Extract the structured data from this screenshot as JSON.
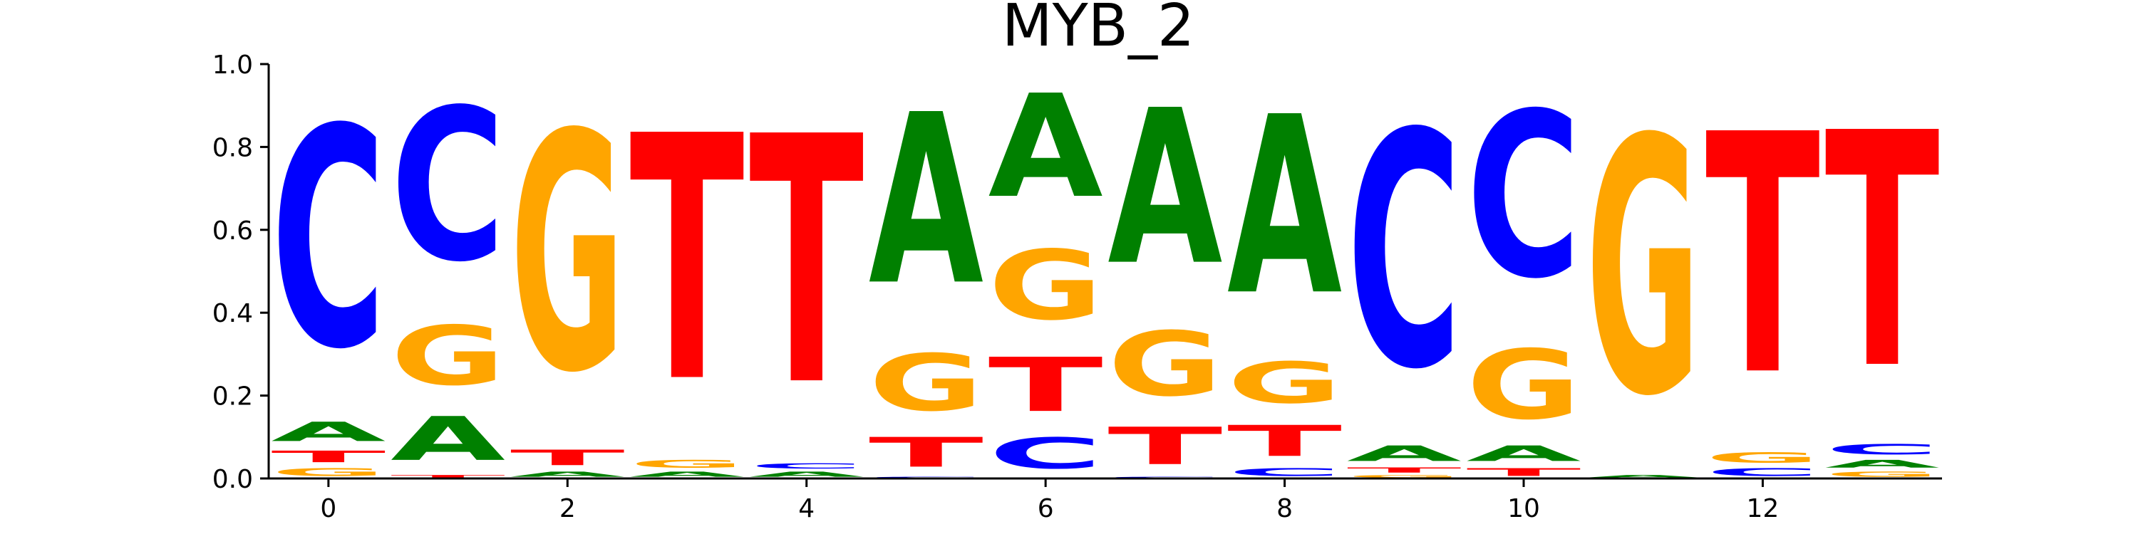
{
  "chart_data": {
    "type": "sequence-logo",
    "title": "MYB_2",
    "xlabel": "",
    "ylabel": "",
    "xlim": [
      -0.5,
      13.5
    ],
    "ylim": [
      0,
      1
    ],
    "x_ticks": [
      0,
      2,
      4,
      6,
      8,
      10,
      12
    ],
    "x_tick_labels": [
      "0",
      "2",
      "4",
      "6",
      "8",
      "10",
      "12"
    ],
    "y_ticks": [
      0.0,
      0.2,
      0.4,
      0.6,
      0.8,
      1.0
    ],
    "y_tick_labels": [
      "0.0",
      "0.2",
      "0.4",
      "0.6",
      "0.8",
      "1.0"
    ],
    "grid": false,
    "colors": {
      "A": "#008000",
      "C": "#0000ff",
      "G": "#ffa500",
      "T": "#ff0000"
    },
    "positions": [
      {
        "x": 0,
        "stack": [
          {
            "base": "G",
            "value": 0.03
          },
          {
            "base": "T",
            "value": 0.045
          },
          {
            "base": "A",
            "value": 0.075
          },
          {
            "base": "C",
            "value": 0.85
          }
        ]
      },
      {
        "x": 1,
        "stack": [
          {
            "base": "T",
            "value": 0.01
          },
          {
            "base": "A",
            "value": 0.17
          },
          {
            "base": "G",
            "value": 0.23
          },
          {
            "base": "C",
            "value": 0.59
          }
        ]
      },
      {
        "x": 2,
        "stack": [
          {
            "base": "A",
            "value": 0.02
          },
          {
            "base": "T",
            "value": 0.06
          },
          {
            "base": "G",
            "value": 0.92
          }
        ]
      },
      {
        "x": 3,
        "stack": [
          {
            "base": "A",
            "value": 0.02
          },
          {
            "base": "G",
            "value": 0.03
          },
          {
            "base": "T",
            "value": 0.95
          }
        ]
      },
      {
        "x": 4,
        "stack": [
          {
            "base": "A",
            "value": 0.02
          },
          {
            "base": "C",
            "value": 0.02
          },
          {
            "base": "T",
            "value": 0.96
          }
        ]
      },
      {
        "x": 5,
        "stack": [
          {
            "base": "C",
            "value": 0.005
          },
          {
            "base": "T",
            "value": 0.115
          },
          {
            "base": "G",
            "value": 0.22
          },
          {
            "base": "A",
            "value": 0.66
          }
        ]
      },
      {
        "x": 6,
        "stack": [
          {
            "base": "C",
            "value": 0.12
          },
          {
            "base": "T",
            "value": 0.21
          },
          {
            "base": "G",
            "value": 0.27
          },
          {
            "base": "A",
            "value": 0.4
          }
        ]
      },
      {
        "x": 7,
        "stack": [
          {
            "base": "C",
            "value": 0.005
          },
          {
            "base": "T",
            "value": 0.145
          },
          {
            "base": "G",
            "value": 0.25
          },
          {
            "base": "A",
            "value": 0.6
          }
        ]
      },
      {
        "x": 8,
        "stack": [
          {
            "base": "C",
            "value": 0.03
          },
          {
            "base": "T",
            "value": 0.12
          },
          {
            "base": "G",
            "value": 0.16
          },
          {
            "base": "A",
            "value": 0.69
          }
        ]
      },
      {
        "x": 9,
        "stack": [
          {
            "base": "G",
            "value": 0.01
          },
          {
            "base": "T",
            "value": 0.02
          },
          {
            "base": "A",
            "value": 0.06
          },
          {
            "base": "C",
            "value": 0.91
          }
        ]
      },
      {
        "x": 10,
        "stack": [
          {
            "base": "T",
            "value": 0.03
          },
          {
            "base": "A",
            "value": 0.06
          },
          {
            "base": "G",
            "value": 0.27
          },
          {
            "base": "C",
            "value": 0.64
          }
        ]
      },
      {
        "x": 11,
        "stack": [
          {
            "base": "A",
            "value": 0.01
          },
          {
            "base": "G",
            "value": 0.99
          }
        ]
      },
      {
        "x": 12,
        "stack": [
          {
            "base": "C",
            "value": 0.03
          },
          {
            "base": "G",
            "value": 0.04
          },
          {
            "base": "T",
            "value": 0.93
          }
        ]
      },
      {
        "x": 13,
        "stack": [
          {
            "base": "G",
            "value": 0.02
          },
          {
            "base": "A",
            "value": 0.03
          },
          {
            "base": "C",
            "value": 0.04
          },
          {
            "base": "T",
            "value": 0.91
          }
        ]
      }
    ]
  }
}
